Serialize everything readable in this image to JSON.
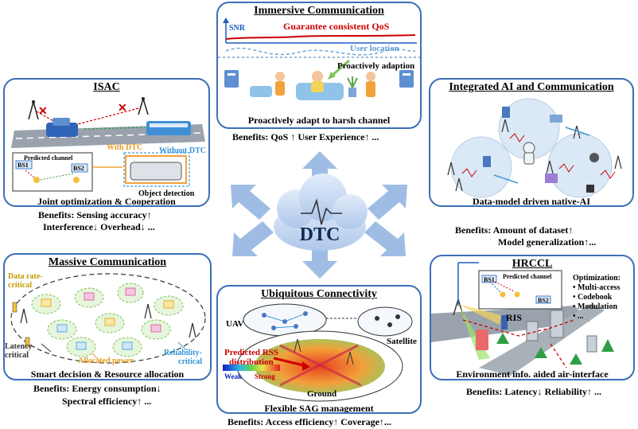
{
  "center": {
    "label": "DTC"
  },
  "immersive": {
    "title": "Immersive Communication",
    "snr": "SNR",
    "qos_line": "Guarantee consistent QoS",
    "user_location": "User location",
    "proactive": "Proactively adaption",
    "caption": "Proactively adapt to harsh channel",
    "benefits": "Benefits:  QoS ↑ User Experience↑ ..."
  },
  "isac": {
    "title": "ISAC",
    "predicted_channel": "Predicted channel",
    "bs1": "BS1",
    "bs2": "BS2",
    "with_dtc": "With DTC",
    "without_dtc": "Without DTC",
    "object_detection": "Object detection",
    "caption": "Joint optimization & Cooperation",
    "benefits_1": "Benefits:  Sensing accuracy↑",
    "benefits_2": "Interference↓ Overhead↓ ..."
  },
  "ai": {
    "title": "Integrated AI and Communication",
    "caption": "Data-model driven native-AI",
    "benefits_1": "Benefits:  Amount of dataset↑",
    "benefits_2": "Model generalization↑..."
  },
  "massive": {
    "title": "Massive Communication",
    "data_rate": "Data rate-",
    "critical": "critical",
    "latency": "Latency-",
    "allocated_power": "Allocated power",
    "reliability": "Reliability-",
    "caption": "Smart decision & Resource allocation",
    "benefits_1": "Benefits:  Energy consumption↓",
    "benefits_2": "Spectral efficiency↑ ..."
  },
  "ubiquitous": {
    "title": "Ubiquitous Connectivity",
    "uav": "UAV",
    "satellite": "Satellite",
    "rss_1": "Predicted RSS",
    "rss_2": "distribution",
    "weak": "Weak",
    "strong": "Strong",
    "ground": "Ground",
    "caption": "Flexible SAG management",
    "benefits": "Benefits:  Access  efficiency↑ Coverage↑..."
  },
  "hrccl": {
    "title": "HRCCL",
    "bs1": "BS1",
    "bs2": "BS2",
    "predicted_channel": "Predicted channel",
    "ris": "RIS",
    "optimization": "Optimization:",
    "opt_items": [
      "Multi-access",
      "Codebook",
      "Modulation",
      "..."
    ],
    "caption": "Environment info. aided air-interface",
    "benefits": "Benefits: Latency↓ Reliability↑ ..."
  },
  "colors": {
    "panel_border": "#3b6fb6",
    "arrow": "#9fbde4",
    "cloud": "#c9daf2",
    "red": "#cc0000",
    "blue": "#1f5fbf"
  }
}
